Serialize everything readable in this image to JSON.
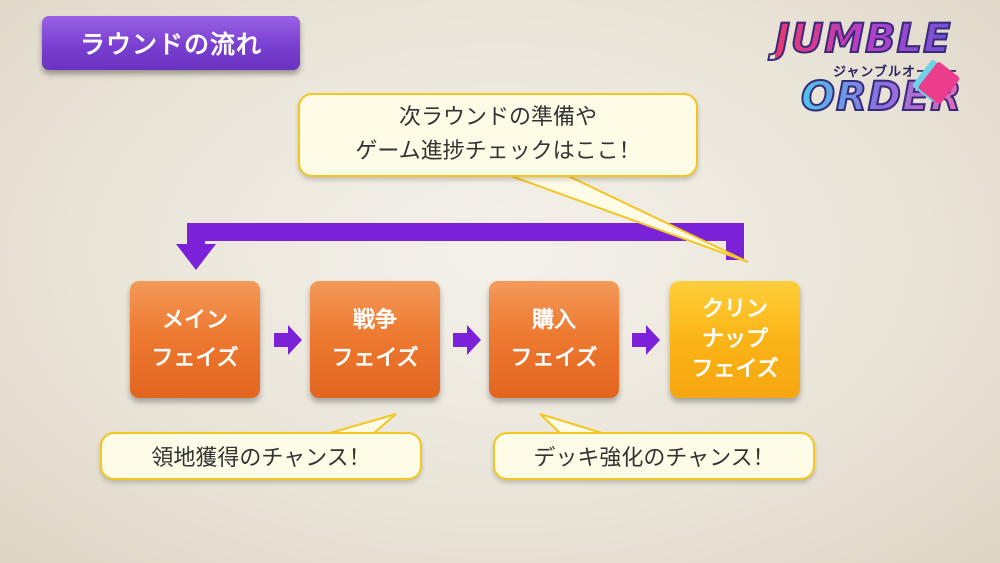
{
  "header": {
    "title": "ラウンドの流れ"
  },
  "logo": {
    "line1": "JUMBLE",
    "kana": "ジャンブルオーダー",
    "line2": "ORDER"
  },
  "phases": [
    {
      "lines": [
        "メイン",
        "フェイズ"
      ]
    },
    {
      "lines": [
        "戦争",
        "フェイズ"
      ]
    },
    {
      "lines": [
        "購入",
        "フェイズ"
      ]
    },
    {
      "lines": [
        "クリン",
        "ナップ",
        "フェイズ"
      ]
    }
  ],
  "callouts": {
    "top": {
      "line1": "次ラウンドの準備や",
      "line2": "ゲーム進捗チェックはここ！"
    },
    "left": "領地獲得のチャンス！",
    "right": "デッキ強化のチャンス！"
  },
  "colors": {
    "arrow": "#7b22d8",
    "phase_orange": "#ee7a32",
    "phase_gold": "#fbb417",
    "bubble_border": "#f4c623",
    "title_purple": "#7a3fd0"
  }
}
